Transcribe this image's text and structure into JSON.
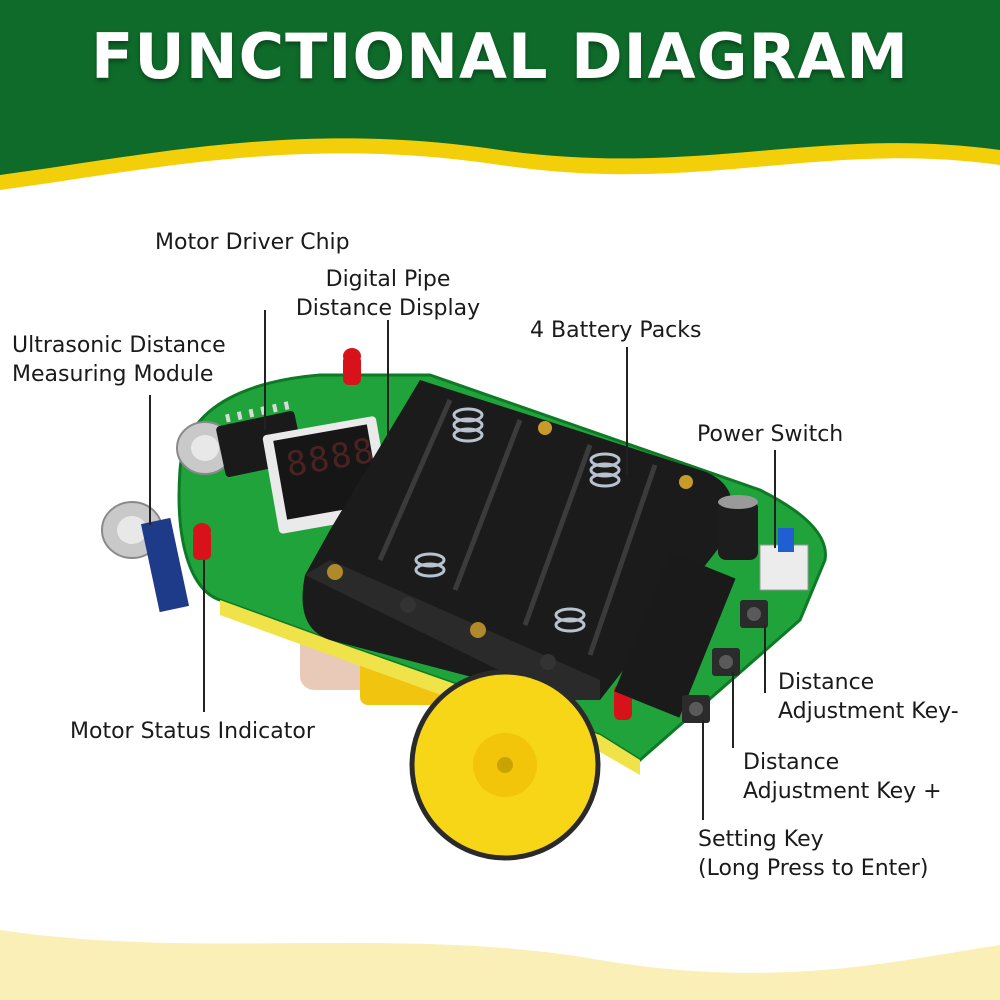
{
  "title": "FUNCTIONAL DIAGRAM",
  "colors": {
    "banner_green": "#0f6b2a",
    "banner_yellow": "#f3cf0a",
    "pcb_green": "#1fa33a",
    "battery_black": "#1b1b1b",
    "wheel_yellow": "#f6d616",
    "led_red": "#d8121b"
  },
  "labels": {
    "motor_driver_chip": "Motor Driver Chip",
    "digital_pipe_line1": "Digital Pipe",
    "digital_pipe_line2": "Distance Display",
    "battery_packs": "4 Battery Packs",
    "ultrasonic_line1": "Ultrasonic Distance",
    "ultrasonic_line2": "Measuring Module",
    "power_switch": "Power Switch",
    "motor_status": "Motor Status Indicator",
    "dist_minus_line1": "Distance",
    "dist_minus_line2": "Adjustment Key-",
    "dist_plus_line1": "Distance",
    "dist_plus_line2": "Adjustment Key +",
    "setting_line1": "Setting Key",
    "setting_line2": "(Long Press to Enter)"
  },
  "display_digits": "8888"
}
